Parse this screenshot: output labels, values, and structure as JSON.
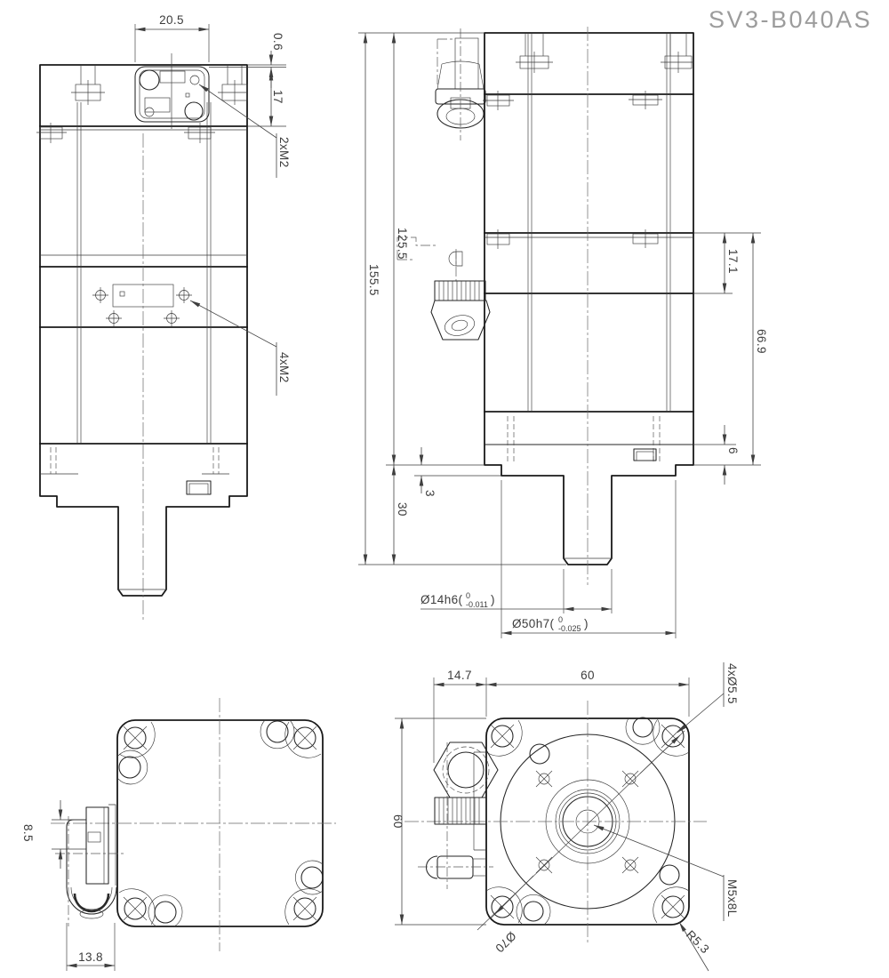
{
  "title": "SV3-B040AS",
  "colors": {
    "outline": "#1a1a1a",
    "dimension": "#3c3c3c",
    "title_gray": "#9c9c9c",
    "background": "#ffffff"
  },
  "top_view": {
    "dim_connector_width": "20.5",
    "dim_lip": "0.6",
    "dim_cap_depth": "17",
    "label_connector_screws": "2xM2",
    "label_plate_screws": "4xM2"
  },
  "side_view": {
    "dim_total_length": "155.5",
    "dim_body_length": "125.5",
    "dim_encoder_section": "17.1",
    "dim_stator_section": "66.9",
    "dim_flange_thickness": "6",
    "dim_pilot_thickness": "3",
    "dim_shaft_length": "30",
    "shaft_dia": "Ø14h6(",
    "shaft_tol_upper": "0",
    "shaft_tol_lower": "-0.011",
    "shaft_close": ")",
    "pilot_dia": "Ø50h7(",
    "pilot_tol_upper": "0",
    "pilot_tol_lower": "-0.025",
    "pilot_close": ")"
  },
  "rear_view": {
    "dim_gland_offset": "8.5",
    "dim_gland_width": "13.8"
  },
  "front_view": {
    "dim_gland_depth": "14.7",
    "dim_width": "60",
    "dim_height": "60",
    "label_corner_holes": "4xØ5.5",
    "label_shaft_tap": "M5x8L",
    "label_corner_radius": "R5.3",
    "label_bolt_circle": "Ø70"
  }
}
